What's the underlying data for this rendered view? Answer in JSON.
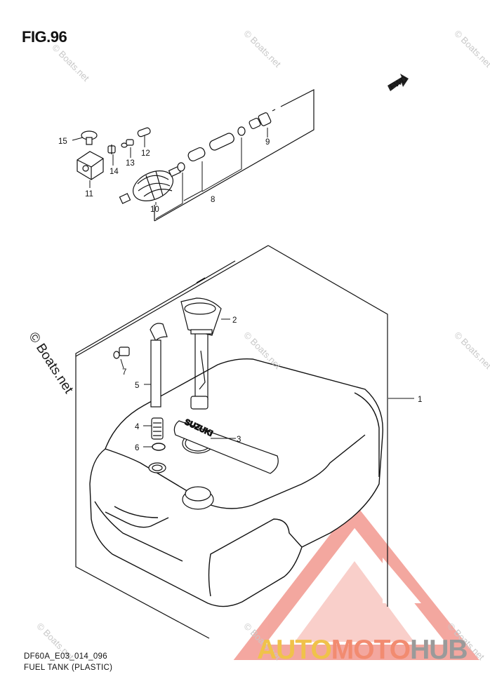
{
  "figure": {
    "title": "FIG.96",
    "code": "DF60A_E03_014_096",
    "name": "FUEL TANK (PLASTIC)",
    "fwd_label": "FWD"
  },
  "callouts": {
    "c1": "1",
    "c2": "2",
    "c3": "3",
    "c4": "4",
    "c5": "5",
    "c6": "6",
    "c7": "7",
    "c8": "8",
    "c9": "9",
    "c10": "10",
    "c11": "11",
    "c12": "12",
    "c13": "13",
    "c14": "14",
    "c15": "15"
  },
  "tank_text": "SUZUKI",
  "watermarks": {
    "small": "© Boats.net",
    "large": "© Boats.net"
  },
  "brand": {
    "part1": "AUTO",
    "part2": "MOTO",
    "part3": "HUB"
  },
  "colors": {
    "line": "#111111",
    "logo_triangle": "#f08a80",
    "brand_yellow": "#f0c24a",
    "brand_red": "#f28b70",
    "brand_gray": "#9a9a9a"
  }
}
